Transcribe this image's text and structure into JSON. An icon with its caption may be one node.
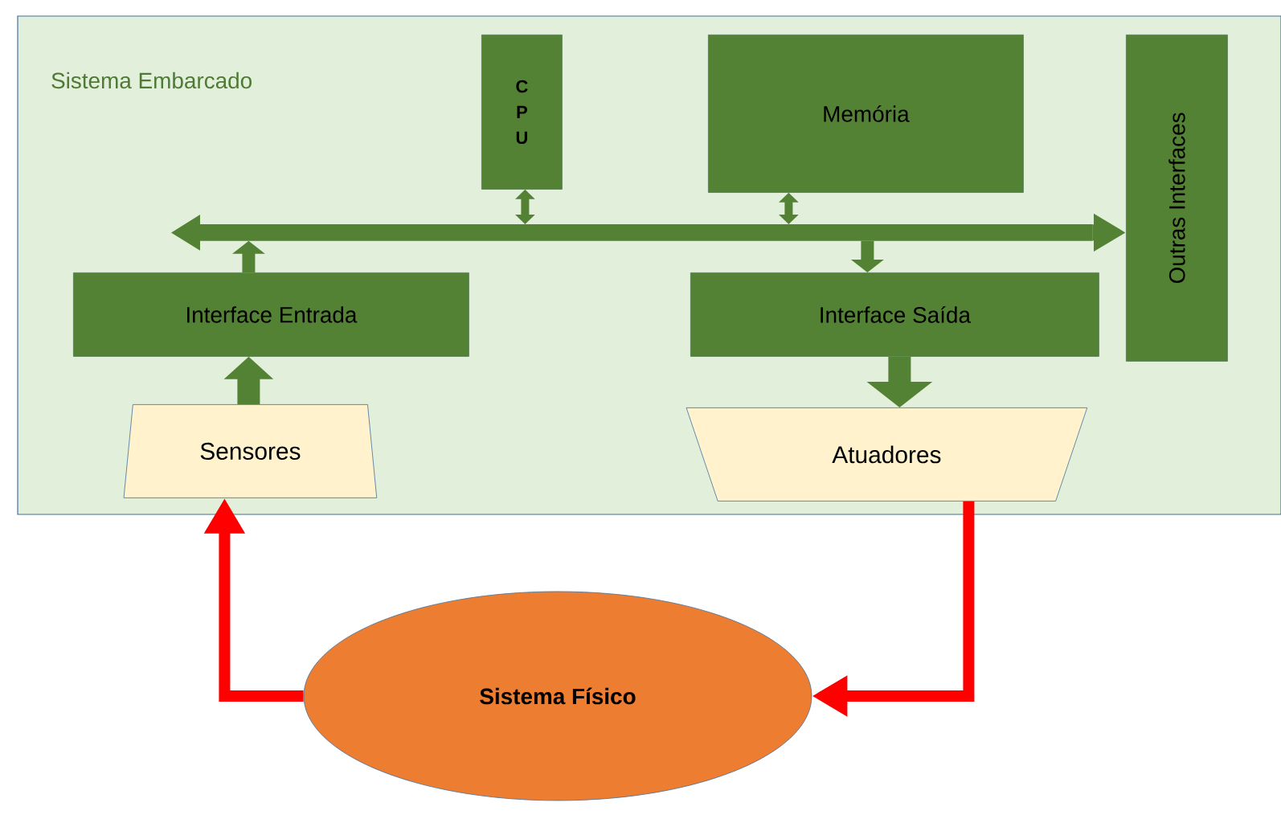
{
  "diagram": {
    "nodes": [
      {
        "text": [
          "Sistema Embarcado"
        ]
      },
      {
        "text": [
          "CPU"
        ],
        "in": 0
      },
      {
        "text": [
          "Memória"
        ],
        "in": 0
      },
      {
        "text": [
          "Outras Interfaces"
        ],
        "in": 0
      },
      {
        "text": [
          "Interface Entrada"
        ],
        "in": 0
      },
      {
        "text": [
          "Interface Saída"
        ],
        "in": 0
      },
      {
        "text": [
          "Sensores"
        ],
        "in": 0
      },
      {
        "text": [
          "Atuadores"
        ],
        "in": 0
      },
      {
        "text": [
          "Sistema Físico"
        ]
      },
      {
        "text": [],
        "shape": "bar",
        "in": 0
      }
    ],
    "edges": [
      {
        "from": 1,
        "to": 9,
        "arrow": "both"
      },
      {
        "from": 2,
        "to": 9,
        "arrow": "both"
      },
      {
        "from": 4,
        "to": 9,
        "arrow": "to"
      },
      {
        "from": 9,
        "to": 5,
        "arrow": "to"
      },
      {
        "from": 6,
        "to": 4,
        "arrow": "to"
      },
      {
        "from": 5,
        "to": 7,
        "arrow": "to"
      },
      {
        "from": 7,
        "to": 8,
        "arrow": "to",
        "color": "#ff0000"
      },
      {
        "from": 8,
        "to": 6,
        "arrow": "to",
        "color": "#ff0000"
      },
      {
        "from": 9,
        "to": 3,
        "arrow": "to"
      }
    ]
  }
}
